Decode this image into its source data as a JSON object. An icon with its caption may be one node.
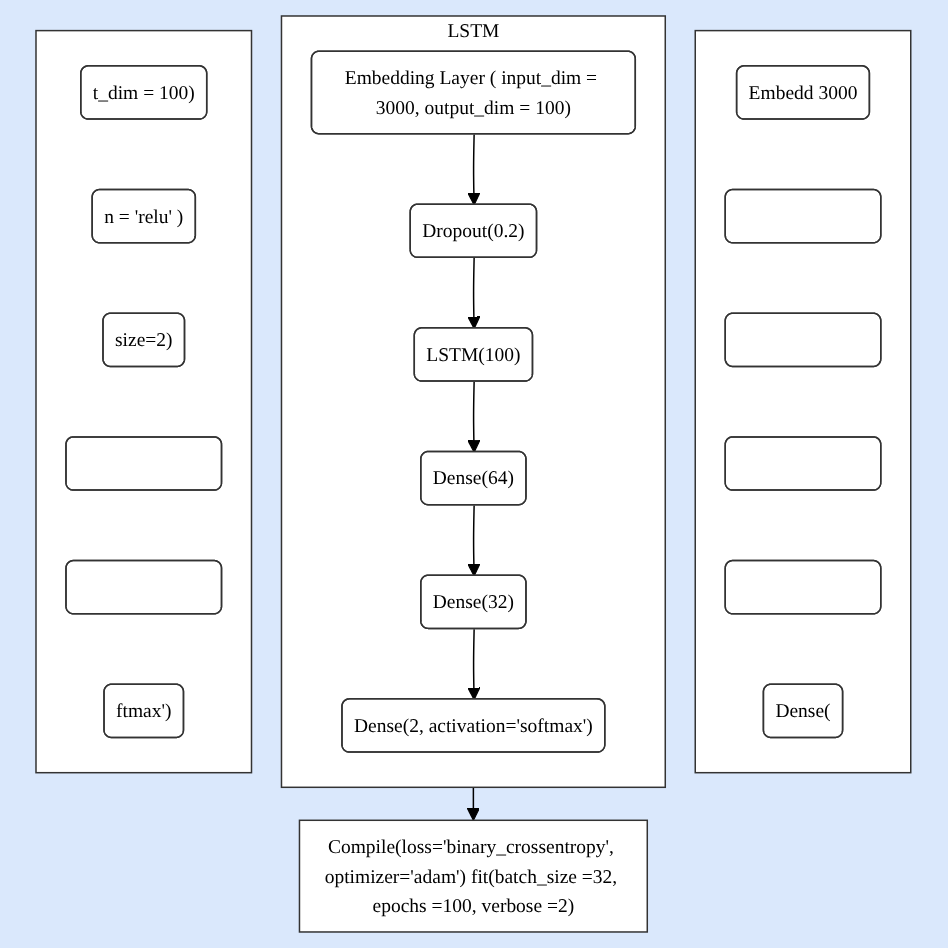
{
  "diagram": {
    "nodes": [
      {
        "text": [],
        "shape": "box"
      },
      {
        "text": [
          "t_dim = 100)"
        ],
        "in": 0
      },
      {
        "text": [
          "n = 'relu' )"
        ],
        "in": 0
      },
      {
        "text": [
          "size=2)"
        ],
        "in": 0
      },
      {
        "text": [],
        "shape": "box",
        "in": 0
      },
      {
        "text": [],
        "shape": "box",
        "in": 0
      },
      {
        "text": [
          "ftmax')"
        ],
        "in": 0
      },
      {
        "text": [
          "LSTM"
        ]
      },
      {
        "text": [
          "Embedding Layer ( input_dim = 3000, output_dim = 100)"
        ],
        "in": 7
      },
      {
        "text": [
          "Dropout(0.2)"
        ],
        "in": 7
      },
      {
        "text": [
          "LSTM(100)"
        ],
        "in": 7
      },
      {
        "text": [
          "Dense(64)"
        ],
        "in": 7
      },
      {
        "text": [
          "Dense(32)"
        ],
        "in": 7
      },
      {
        "text": [
          "Dense(2, activation='softmax')"
        ],
        "in": 7
      },
      {
        "text": [],
        "shape": "box"
      },
      {
        "text": [
          "Embedd 3000"
        ],
        "in": 14
      },
      {
        "text": [],
        "shape": "box",
        "in": 14
      },
      {
        "text": [],
        "shape": "box",
        "in": 14
      },
      {
        "text": [],
        "shape": "box",
        "in": 14
      },
      {
        "text": [],
        "shape": "box",
        "in": 14
      },
      {
        "text": [
          "Dense("
        ],
        "in": 14
      },
      {
        "text": [
          "Compile(loss='binary_crossentropy', optimizer='adam') fit(batch_size =32, epochs =100, verbose =2)"
        ]
      }
    ],
    "edges": [
      {
        "from": 8,
        "to": 9,
        "arrow": "to"
      },
      {
        "from": 9,
        "to": 10,
        "arrow": "to"
      },
      {
        "from": 10,
        "to": 11,
        "arrow": "to"
      },
      {
        "from": 11,
        "to": 12,
        "arrow": "to"
      },
      {
        "from": 12,
        "to": 13,
        "arrow": "to"
      },
      {
        "from": 7,
        "to": 21,
        "arrow": "to"
      }
    ]
  }
}
